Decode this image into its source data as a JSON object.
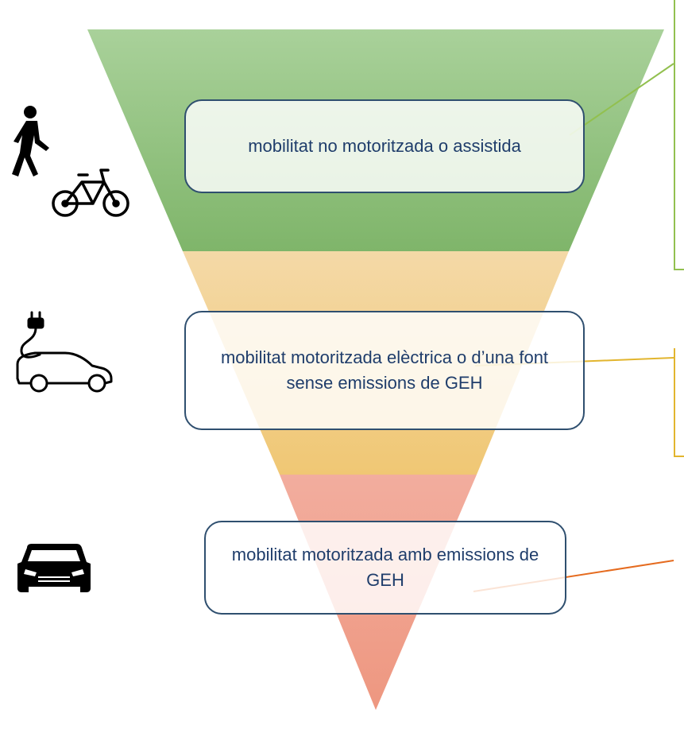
{
  "colors": {
    "level_1_green": "#93c47d",
    "level_2_yellow": "#f2cb7a",
    "level_3_red": "#ef9b86",
    "leader_green": "#92c04f",
    "leader_yellow": "#e2b52e",
    "leader_orange": "#e56b1f",
    "box_border": "#2f4f6f",
    "box_text": "#1f3d6b"
  },
  "levels": [
    {
      "text": "mobilitat no motoritzada o assistida",
      "icons": [
        "walking-person-icon",
        "bicycle-icon"
      ]
    },
    {
      "text": "mobilitat motoritzada elèctrica o d’una font sense emissions de GEH",
      "icons": [
        "electric-car-plug-icon"
      ]
    },
    {
      "text": "mobilitat motoritzada amb emissions de GEH",
      "icons": [
        "combustion-car-icon"
      ]
    }
  ]
}
